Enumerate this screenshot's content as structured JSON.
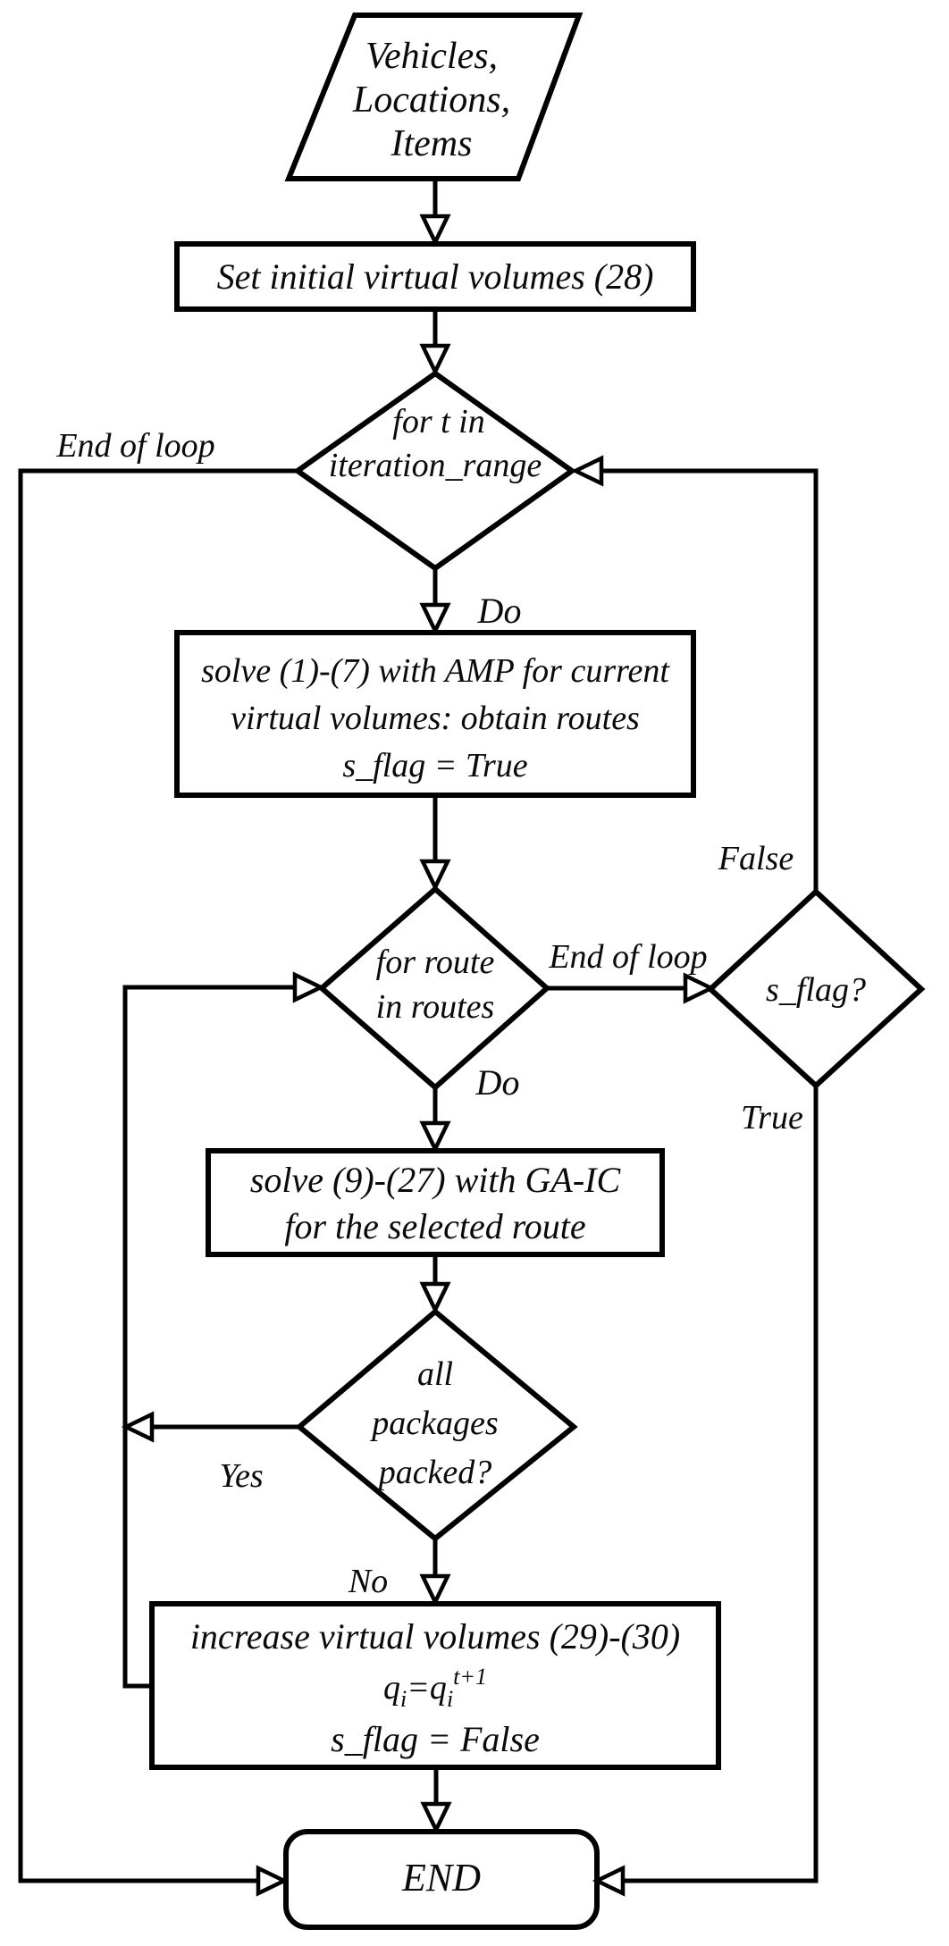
{
  "colors": {
    "stroke": "#000000",
    "background": "#ffffff",
    "text": "#0a0a0a"
  },
  "nodes": {
    "input": {
      "lines": [
        "Vehicles,",
        "Locations,",
        "Items"
      ]
    },
    "init": {
      "label": "Set initial virtual volumes (28)"
    },
    "loop_t": {
      "lines": [
        "for t in",
        "iteration_range"
      ]
    },
    "solve_amp": {
      "lines": [
        "solve (1)-(7) with AMP for current",
        "virtual volumes: obtain routes",
        "s_flag = True"
      ]
    },
    "loop_route": {
      "lines": [
        "for route",
        "in routes"
      ]
    },
    "s_flag_decision": {
      "label": "s_flag?"
    },
    "solve_ga": {
      "lines": [
        "solve (9)-(27) with GA-IC",
        "for the selected route"
      ]
    },
    "packed_decision": {
      "lines": [
        "all",
        "packages",
        "packed?"
      ]
    },
    "increase": {
      "line1": "increase virtual volumes (29)-(30)",
      "formula": {
        "base1": "q",
        "sub1": "i",
        "mid": "=q",
        "sub2": "i",
        "sup": "t+1"
      },
      "line3": "s_flag = False"
    },
    "end": {
      "label": "END"
    }
  },
  "edge_labels": {
    "end_of_loop_t": "End of loop",
    "do_t": "Do",
    "end_of_loop_route": "End of loop",
    "do_route": "Do",
    "false_branch": "False",
    "true_branch": "True",
    "yes_branch": "Yes",
    "no_branch": "No"
  }
}
